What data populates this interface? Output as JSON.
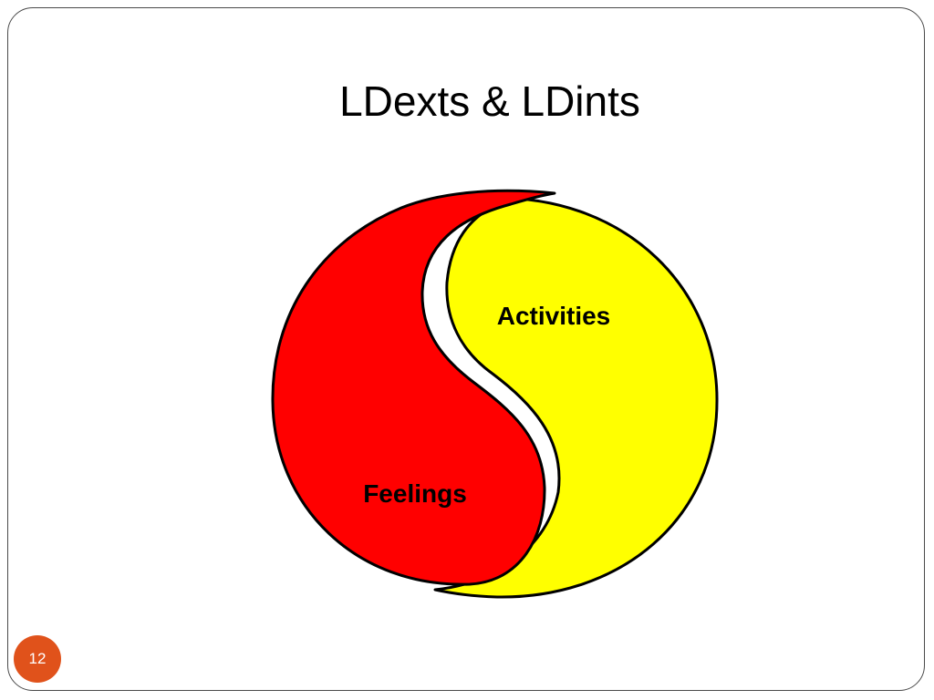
{
  "slide": {
    "title": "LDexts & LDints",
    "page_number": "12"
  },
  "diagram": {
    "left_label": "Feelings",
    "right_label": "Activities",
    "colors": {
      "left_half": "#ff0000",
      "right_half": "#ffff00",
      "outline": "#000000",
      "page_badge": "#e0521b"
    }
  }
}
